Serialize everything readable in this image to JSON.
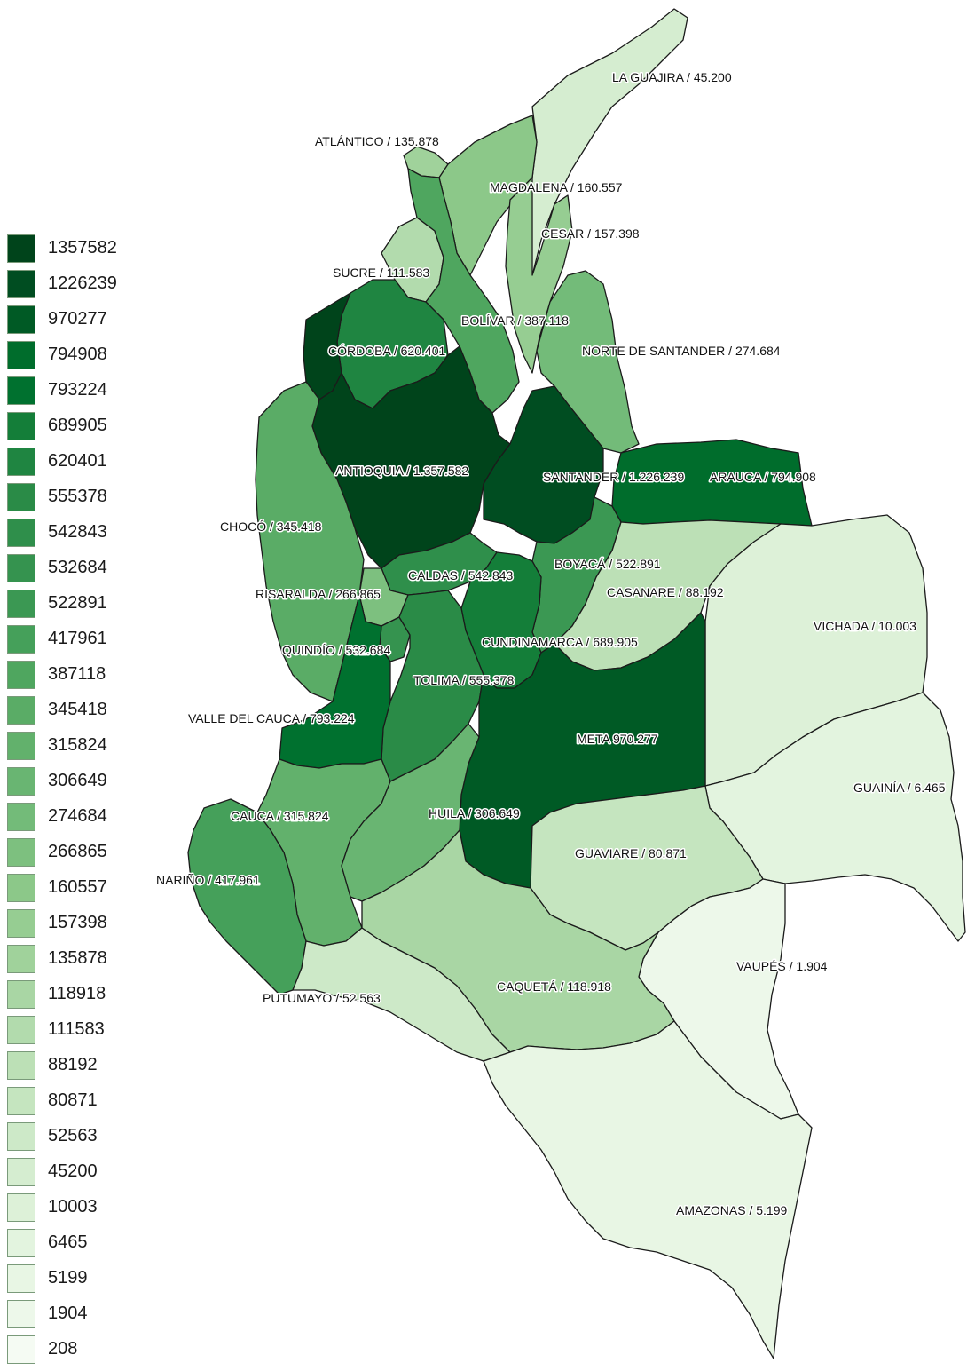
{
  "legend": {
    "items": [
      {
        "value": "1357582",
        "color": "#00441b"
      },
      {
        "value": "1226239",
        "color": "#004d21"
      },
      {
        "value": "970277",
        "color": "#005a25"
      },
      {
        "value": "794908",
        "color": "#006d2c"
      },
      {
        "value": "793224",
        "color": "#00712f"
      },
      {
        "value": "689905",
        "color": "#147e39"
      },
      {
        "value": "620401",
        "color": "#1f8541"
      },
      {
        "value": "555378",
        "color": "#2a8b47"
      },
      {
        "value": "542843",
        "color": "#2f8f4b"
      },
      {
        "value": "532684",
        "color": "#35934f"
      },
      {
        "value": "522891",
        "color": "#3b9853"
      },
      {
        "value": "417961",
        "color": "#45a05a"
      },
      {
        "value": "387118",
        "color": "#4fa65f"
      },
      {
        "value": "345418",
        "color": "#5aac66"
      },
      {
        "value": "315824",
        "color": "#62b16c"
      },
      {
        "value": "306649",
        "color": "#69b572"
      },
      {
        "value": "274684",
        "color": "#73bb79"
      },
      {
        "value": "266865",
        "color": "#7dc07f"
      },
      {
        "value": "160557",
        "color": "#8cc889"
      },
      {
        "value": "157398",
        "color": "#96cd92"
      },
      {
        "value": "135878",
        "color": "#a0d29b"
      },
      {
        "value": "118918",
        "color": "#a9d6a4"
      },
      {
        "value": "111583",
        "color": "#b2dbad"
      },
      {
        "value": "88192",
        "color": "#bce0b6"
      },
      {
        "value": "80871",
        "color": "#c5e5bf"
      },
      {
        "value": "52563",
        "color": "#cde9c8"
      },
      {
        "value": "45200",
        "color": "#d5edd0"
      },
      {
        "value": "10003",
        "color": "#ddf1d8"
      },
      {
        "value": "6465",
        "color": "#e3f4df"
      },
      {
        "value": "5199",
        "color": "#e8f6e4"
      },
      {
        "value": "1904",
        "color": "#edf8ea"
      },
      {
        "value": "208",
        "color": "#f5fbf3"
      }
    ]
  },
  "regions": [
    {
      "id": "la-guajira",
      "label": "LA GUAJIRA / 45.200",
      "color": "#d5edd0"
    },
    {
      "id": "atlantico",
      "label": "ATLÁNTICO / 135.878",
      "color": "#a0d29b"
    },
    {
      "id": "magdalena",
      "label": "MAGDALENA / 160.557",
      "color": "#8cc889"
    },
    {
      "id": "cesar",
      "label": "CESAR / 157.398",
      "color": "#96cd92"
    },
    {
      "id": "sucre",
      "label": "SUCRE / 111.583",
      "color": "#b2dbad"
    },
    {
      "id": "bolivar",
      "label": "BOLÍVAR / 387.118",
      "color": "#4fa65f"
    },
    {
      "id": "norte-de-santander",
      "label": "NORTE DE SANTANDER / 274.684",
      "color": "#73bb79"
    },
    {
      "id": "cordoba",
      "label": "CÓRDOBA / 620.401",
      "color": "#1f8541"
    },
    {
      "id": "antioquia",
      "label": "ANTIOQUIA / 1.357.582",
      "color": "#00441b"
    },
    {
      "id": "santander",
      "label": "SANTANDER / 1.226.239",
      "color": "#004d21"
    },
    {
      "id": "arauca",
      "label": "ARAUCA / 794.908",
      "color": "#006d2c"
    },
    {
      "id": "choco",
      "label": "CHOCÓ / 345.418",
      "color": "#5aac66"
    },
    {
      "id": "boyaca",
      "label": "BOYACÁ / 522.891",
      "color": "#3b9853"
    },
    {
      "id": "caldas",
      "label": "CALDAS / 542.843",
      "color": "#2f8f4b"
    },
    {
      "id": "casanare",
      "label": "CASANARE / 88.192",
      "color": "#bce0b6"
    },
    {
      "id": "risaralda",
      "label": "RISARALDA / 266.865",
      "color": "#7dc07f"
    },
    {
      "id": "vichada",
      "label": "VICHADA / 10.003",
      "color": "#ddf1d8"
    },
    {
      "id": "quindio",
      "label": "QUINDÍO / 532.684",
      "color": "#35934f"
    },
    {
      "id": "cundinamarca",
      "label": "CUNDINAMARCA / 689.905",
      "color": "#147e39"
    },
    {
      "id": "tolima",
      "label": "TOLIMA / 555.378",
      "color": "#2a8b47"
    },
    {
      "id": "valle-del-cauca",
      "label": "VALLE DEL CAUCA / 793.224",
      "color": "#00712f"
    },
    {
      "id": "meta",
      "label": "META 970.277",
      "color": "#005a25"
    },
    {
      "id": "guainia",
      "label": "GUAINÍA / 6.465",
      "color": "#e3f4df"
    },
    {
      "id": "cauca",
      "label": "CAUCA / 315.824",
      "color": "#62b16c"
    },
    {
      "id": "huila",
      "label": "HUILA / 306.649",
      "color": "#69b572"
    },
    {
      "id": "guaviare",
      "label": "GUAVIARE / 80.871",
      "color": "#c5e5bf"
    },
    {
      "id": "narino",
      "label": "NARIÑO / 417.961",
      "color": "#45a05a"
    },
    {
      "id": "vaupes",
      "label": "VAUPÉS / 1.904",
      "color": "#edf8ea"
    },
    {
      "id": "putumayo",
      "label": "PUTUMAYO / 52.563",
      "color": "#cde9c8"
    },
    {
      "id": "caqueta",
      "label": "CAQUETÁ / 118.918",
      "color": "#a9d6a4"
    },
    {
      "id": "amazonas",
      "label": "AMAZONAS / 5.199",
      "color": "#e8f6e4"
    }
  ]
}
